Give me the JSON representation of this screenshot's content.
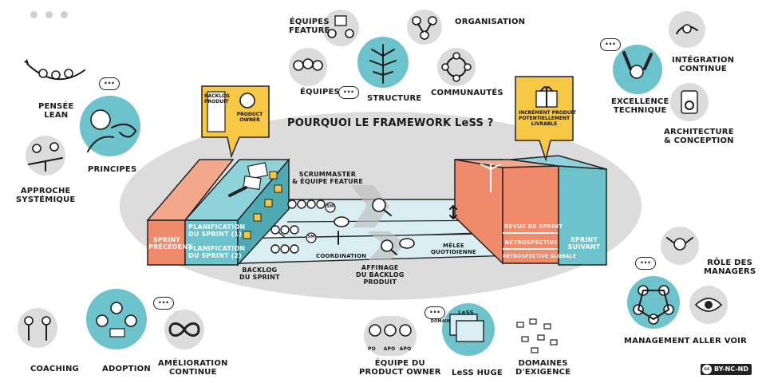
{
  "title": "POURQUOI LE FRAMEWORK LeSS ?",
  "license": "BY-NC-ND",
  "license_cc": "cc",
  "left": {
    "pensee_lean": "PENSÉE\nLEAN",
    "principes": "PRINCIPES",
    "approche": "APPROCHE\nSYSTÉMIQUE"
  },
  "top": {
    "equipes_feature": "ÉQUIPES\nFEATURE",
    "organisation": "ORGANISATION",
    "equipes": "ÉQUIPES",
    "structure": "STRUCTURE",
    "communautes": "COMMUNAUTÉS"
  },
  "right_top": {
    "integration": "INTÉGRATION\nCONTINUE",
    "excellence": "EXCELLENCE\nTECHNIQUE",
    "architecture": "ARCHITECTURE\n& CONCEPTION"
  },
  "center": {
    "backlog_produit": "BACKLOG\nPRODUIT",
    "product_owner": "PRODUCT\nOWNER",
    "increment": "INCRÉMENT PRODUIT\nPOTENTIELLEMENT\nLIVRABLE",
    "scrummaster": "SCRUMMASTER\n& ÉQUIPE FEATURE",
    "sprint_precedent": "SPRINT\nPRÉCÉDENT",
    "planif1": "PLANIFICATION\nDU SPRINT (1)",
    "planif2": "PLANIFICATION\nDU SPRINT (2)",
    "coordination": "COORDINATION",
    "backlog_sprint": "BACKLOG\nDU SPRINT",
    "affinage": "AFFINAGE\nDU BACKLOG\nPRODUIT",
    "melee": "MÊLÉE\nQUOTIDIENNE",
    "revue": "REVUE DE SPRINT",
    "retro": "RÉTROSPECTIVE",
    "retro_globale": "RÉTROSPECTIVE GLOBALE",
    "sprint_suivant": "SPRINT\nSUIVANT",
    "sm": "SM"
  },
  "right_bottom": {
    "role_managers": "RÔLE DES\nMANAGERS",
    "management": "MANAGEMENT",
    "aller_voir": "ALLER VOIR"
  },
  "bottom": {
    "coaching": "COACHING",
    "adoption": "ADOPTION",
    "amelioration": "AMÉLIORATION\nCONTINUE",
    "equipe_po": "ÉQUIPE DU\nPRODUCT OWNER",
    "less_huge": "LeSS HUGE",
    "domaines": "DOMAINES\nD'EXIGENCE",
    "po": "PO",
    "apo": "APO",
    "less": "LeSS",
    "domain": "DOMAIN"
  },
  "colors": {
    "teal": "#6cc3cc",
    "salmon": "#ef8a6a",
    "yellow": "#f7c843",
    "gray": "#dcdcdc",
    "lightblue": "#d9eef2"
  }
}
